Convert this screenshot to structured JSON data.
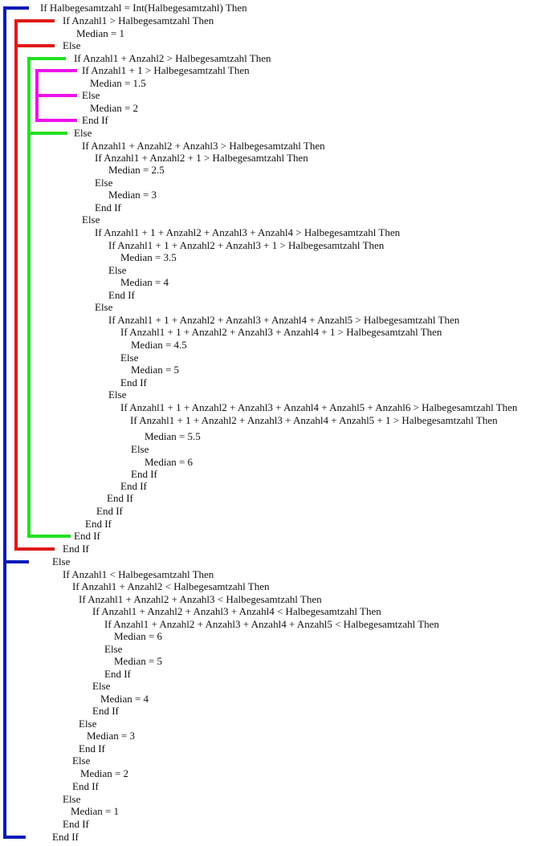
{
  "colors": {
    "outer": "#0a1bb8",
    "level2": "#e01818",
    "level3": "#22e022",
    "level4": "#ee10ee"
  },
  "code_lines": [
    "If Halbegesamtzahl = Int(Halbegesamtzahl) Then",
    "If Anzahl1 > Halbegesamtzahl Then",
    "Median = 1",
    "Else",
    "If Anzahl1 + Anzahl2 > Halbegesamtzahl Then",
    "If Anzahl1 + 1 > Halbegesamtzahl Then",
    "Median = 1.5",
    "Else",
    "Median = 2",
    "End If",
    "Else",
    "If Anzahl1 + Anzahl2 + Anzahl3 > Halbegesamtzahl Then",
    "If Anzahl1 + Anzahl2 + 1 > Halbegesamtzahl Then",
    "Median = 2.5",
    "Else",
    "Median = 3",
    "End If",
    "Else",
    "If Anzahl1 + 1 + Anzahl2 + Anzahl3 + Anzahl4 > Halbegesamtzahl Then",
    "If Anzahl1 + 1 + Anzahl2 + Anzahl3 + 1 > Halbegesamtzahl Then",
    "Median = 3.5",
    "Else",
    "Median = 4",
    "End If",
    "Else",
    "If Anzahl1 + 1 + Anzahl2 + Anzahl3 + Anzahl4 + Anzahl5 > Halbegesamtzahl Then",
    "If Anzahl1 + 1 + Anzahl2 + Anzahl3 + Anzahl4 + 1 > Halbegesamtzahl Then",
    "Median = 4.5",
    "Else",
    "Median = 5",
    "End If",
    "Else",
    "If Anzahl1 + 1 + Anzahl2 + Anzahl3 + Anzahl4 + Anzahl5 + Anzahl6 > Halbegesamtzahl Then",
    "If Anzahl1 + 1 + Anzahl2 + Anzahl3 + Anzahl4 + Anzahl5 + 1 > Halbegesamtzahl Then",
    "Median = 5.5",
    "Else",
    "Median = 6",
    "End If",
    "End If",
    "End If",
    "End If",
    "End If",
    "End If",
    "End If",
    "Else",
    "If Anzahl1 < Halbegesamtzahl Then",
    "If Anzahl1 + Anzahl2 < Halbegesamtzahl Then",
    "If Anzahl1 + Anzahl2 + Anzahl3 < Halbegesamtzahl Then",
    "If Anzahl1 + Anzahl2 + Anzahl3 + Anzahl4 < Halbegesamtzahl Then",
    "If Anzahl1 + Anzahl2 + Anzahl3 + Anzahl4 + Anzahl5 < Halbegesamtzahl Then",
    "Median = 6",
    "Else",
    "Median = 5",
    "End If",
    "Else",
    "Median = 4",
    "End If",
    "Else",
    "Median = 3",
    "End If",
    "Else",
    "Median = 2",
    "End If",
    "Else",
    "Median = 1",
    "End If",
    "End If"
  ]
}
